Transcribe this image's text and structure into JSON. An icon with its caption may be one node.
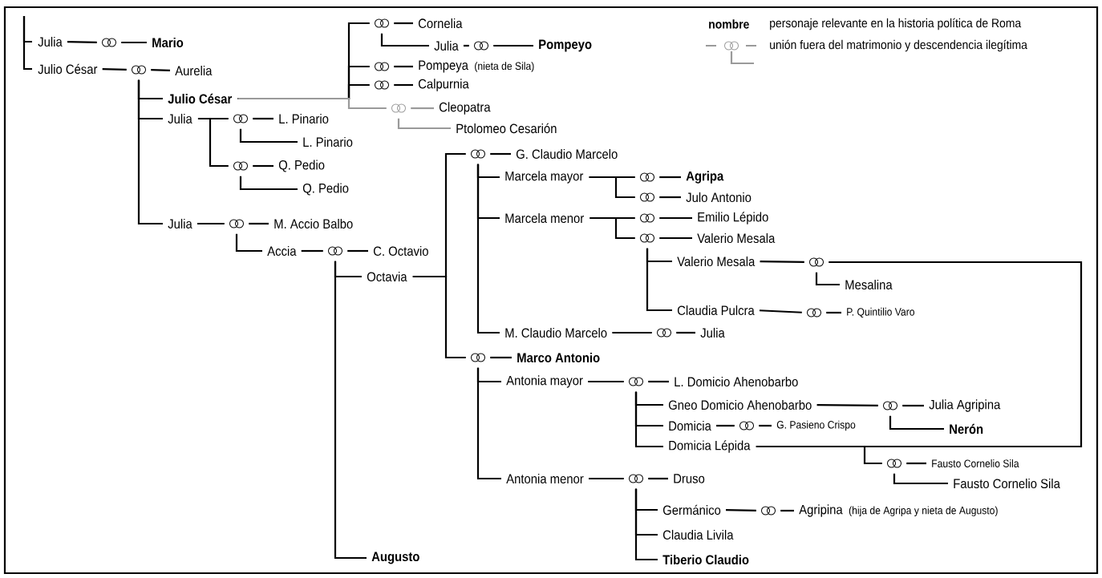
{
  "diagram": {
    "nodes": [
      {
        "text": [
          "Julia"
        ]
      },
      {
        "text": [],
        "shape": "rings"
      },
      {
        "text": [
          "Mario"
        ]
      },
      {
        "text": [
          "Julio César"
        ]
      },
      {
        "text": [],
        "shape": "rings"
      },
      {
        "text": [
          "Aurelia"
        ]
      },
      {
        "text": [
          "Julio César"
        ]
      },
      {
        "text": [
          "Julia"
        ]
      },
      {
        "text": [],
        "shape": "rings"
      },
      {
        "text": [
          "L. Pinario"
        ]
      },
      {
        "text": [
          "L. Pinario"
        ]
      },
      {
        "text": [],
        "shape": "rings"
      },
      {
        "text": [
          "Q. Pedio"
        ]
      },
      {
        "text": [
          "Q. Pedio"
        ]
      },
      {
        "text": [
          "Julia"
        ]
      },
      {
        "text": [],
        "shape": "rings"
      },
      {
        "text": [
          "M. Accio Balbo"
        ]
      },
      {
        "text": [
          "Accia"
        ]
      },
      {
        "text": [],
        "shape": "rings"
      },
      {
        "text": [
          "C. Octavio"
        ]
      },
      {
        "text": [
          "Octavia"
        ]
      },
      {
        "text": [
          "Augusto"
        ]
      },
      {
        "text": [],
        "shape": "rings"
      },
      {
        "text": [
          "Cornelia"
        ]
      },
      {
        "text": [
          "Julia"
        ]
      },
      {
        "text": [],
        "shape": "rings"
      },
      {
        "text": [
          "Pompeyo"
        ]
      },
      {
        "text": [],
        "shape": "rings"
      },
      {
        "text": [
          "Pompeya"
        ],
        "beside": [
          "(nieta de Sila)"
        ]
      },
      {
        "text": [],
        "shape": "rings"
      },
      {
        "text": [
          "Calpurnia"
        ]
      },
      {
        "text": [],
        "shape": "rings"
      },
      {
        "text": [
          "Cleopatra"
        ]
      },
      {
        "text": [
          "Ptolomeo Cesarión"
        ]
      },
      {
        "text": [],
        "shape": "rings"
      },
      {
        "text": [
          "G. Claudio Marcelo"
        ]
      },
      {
        "text": [
          "Marcela mayor"
        ]
      },
      {
        "text": [],
        "shape": "rings"
      },
      {
        "text": [
          "Agripa"
        ]
      },
      {
        "text": [],
        "shape": "rings"
      },
      {
        "text": [
          "Julo Antonio"
        ]
      },
      {
        "text": [
          "Marcela menor"
        ]
      },
      {
        "text": [],
        "shape": "rings"
      },
      {
        "text": [
          "Emilio Lépido"
        ]
      },
      {
        "text": [],
        "shape": "rings"
      },
      {
        "text": [
          "Valerio Mesala"
        ]
      },
      {
        "text": [
          "Valerio Mesala"
        ]
      },
      {
        "text": [],
        "shape": "rings"
      },
      {
        "text": [
          "Mesalina"
        ]
      },
      {
        "text": [
          "Claudia Pulcra"
        ]
      },
      {
        "text": [],
        "shape": "rings"
      },
      {
        "text": [
          "P. Quintilio Varo"
        ]
      },
      {
        "text": [
          "M. Claudio Marcelo"
        ]
      },
      {
        "text": [],
        "shape": "rings"
      },
      {
        "text": [
          "Julia"
        ]
      },
      {
        "text": [],
        "shape": "rings"
      },
      {
        "text": [
          "Marco Antonio"
        ]
      },
      {
        "text": [
          "Antonia mayor"
        ]
      },
      {
        "text": [],
        "shape": "rings"
      },
      {
        "text": [
          "L. Domicio Ahenobarbo"
        ]
      },
      {
        "text": [
          "Gneo Domicio Ahenobarbo"
        ]
      },
      {
        "text": [],
        "shape": "rings"
      },
      {
        "text": [
          "Julia Agripina"
        ]
      },
      {
        "text": [
          "Nerón"
        ]
      },
      {
        "text": [
          "Domicia"
        ]
      },
      {
        "text": [],
        "shape": "rings"
      },
      {
        "text": [
          "G. Pasieno Crispo"
        ]
      },
      {
        "text": [
          "Domicia Lépida"
        ]
      },
      {
        "text": [],
        "shape": "rings"
      },
      {
        "text": [
          "Fausto Cornelio Sila"
        ]
      },
      {
        "text": [
          "Fausto Cornelio Sila"
        ]
      },
      {
        "text": [
          "Antonia menor"
        ]
      },
      {
        "text": [],
        "shape": "rings"
      },
      {
        "text": [
          "Druso"
        ]
      },
      {
        "text": [
          "Germánico"
        ]
      },
      {
        "text": [],
        "shape": "rings"
      },
      {
        "text": [
          "Agripina"
        ],
        "beside": [
          "(hija de Agripa y nieta de Augusto)"
        ]
      },
      {
        "text": [
          "Claudia Livila"
        ]
      },
      {
        "text": [
          "Tiberio Claudio"
        ]
      }
    ],
    "edges": [
      {
        "from": null,
        "to": 0,
        "arrow": "none"
      },
      {
        "from": null,
        "to": 3,
        "arrow": "none"
      },
      {
        "from": 0,
        "to": 1,
        "arrow": "none"
      },
      {
        "from": 1,
        "to": 2,
        "arrow": "none"
      },
      {
        "from": 3,
        "to": 4,
        "arrow": "none"
      },
      {
        "from": 4,
        "to": 5,
        "arrow": "none"
      },
      {
        "from": 4,
        "to": 6,
        "arrow": "none"
      },
      {
        "from": 4,
        "to": 7,
        "arrow": "none"
      },
      {
        "from": 4,
        "to": 14,
        "arrow": "none"
      },
      {
        "from": 6,
        "to": 22,
        "arrow": "none"
      },
      {
        "from": 6,
        "to": 27,
        "arrow": "none"
      },
      {
        "from": 6,
        "to": 29,
        "arrow": "none"
      },
      {
        "from": 6,
        "to": 31,
        "arrow": "none",
        "color": "#9a9a9a"
      },
      {
        "from": 22,
        "to": 23,
        "arrow": "none"
      },
      {
        "from": 22,
        "to": 24,
        "arrow": "none"
      },
      {
        "from": 24,
        "to": 25,
        "arrow": "none"
      },
      {
        "from": 25,
        "to": 26,
        "arrow": "none"
      },
      {
        "from": 27,
        "to": 28,
        "arrow": "none"
      },
      {
        "from": 29,
        "to": 30,
        "arrow": "none"
      },
      {
        "from": 31,
        "to": 32,
        "arrow": "none",
        "color": "#9a9a9a"
      },
      {
        "from": 31,
        "to": 33,
        "arrow": "none",
        "color": "#9a9a9a"
      },
      {
        "from": 7,
        "to": 8,
        "arrow": "none"
      },
      {
        "from": 7,
        "to": 11,
        "arrow": "none"
      },
      {
        "from": 8,
        "to": 9,
        "arrow": "none"
      },
      {
        "from": 8,
        "to": 10,
        "arrow": "none"
      },
      {
        "from": 11,
        "to": 12,
        "arrow": "none"
      },
      {
        "from": 11,
        "to": 13,
        "arrow": "none"
      },
      {
        "from": 14,
        "to": 15,
        "arrow": "none"
      },
      {
        "from": 15,
        "to": 16,
        "arrow": "none"
      },
      {
        "from": 15,
        "to": 17,
        "arrow": "none"
      },
      {
        "from": 17,
        "to": 18,
        "arrow": "none"
      },
      {
        "from": 18,
        "to": 19,
        "arrow": "none"
      },
      {
        "from": 18,
        "to": 20,
        "arrow": "none"
      },
      {
        "from": 18,
        "to": 21,
        "arrow": "none"
      },
      {
        "from": 20,
        "to": 34,
        "arrow": "none"
      },
      {
        "from": 20,
        "to": 55,
        "arrow": "none"
      },
      {
        "from": 34,
        "to": 35,
        "arrow": "none"
      },
      {
        "from": 34,
        "to": 36,
        "arrow": "none"
      },
      {
        "from": 34,
        "to": 41,
        "arrow": "none"
      },
      {
        "from": 34,
        "to": 52,
        "arrow": "none"
      },
      {
        "from": 36,
        "to": 37,
        "arrow": "none"
      },
      {
        "from": 36,
        "to": 39,
        "arrow": "none"
      },
      {
        "from": 37,
        "to": 38,
        "arrow": "none"
      },
      {
        "from": 39,
        "to": 40,
        "arrow": "none"
      },
      {
        "from": 41,
        "to": 42,
        "arrow": "none"
      },
      {
        "from": 41,
        "to": 44,
        "arrow": "none"
      },
      {
        "from": 42,
        "to": 43,
        "arrow": "none"
      },
      {
        "from": 44,
        "to": 45,
        "arrow": "none"
      },
      {
        "from": 44,
        "to": 46,
        "arrow": "none"
      },
      {
        "from": 44,
        "to": 49,
        "arrow": "none"
      },
      {
        "from": 46,
        "to": 47,
        "arrow": "none"
      },
      {
        "from": 47,
        "to": 48,
        "arrow": "none"
      },
      {
        "from": 47,
        "to": 67,
        "arrow": "none"
      },
      {
        "from": 49,
        "to": 50,
        "arrow": "none"
      },
      {
        "from": 50,
        "to": 51,
        "arrow": "none"
      },
      {
        "from": 52,
        "to": 53,
        "arrow": "none"
      },
      {
        "from": 53,
        "to": 54,
        "arrow": "none"
      },
      {
        "from": 55,
        "to": 56,
        "arrow": "none"
      },
      {
        "from": 55,
        "to": 57,
        "arrow": "none"
      },
      {
        "from": 55,
        "to": 71,
        "arrow": "none"
      },
      {
        "from": 57,
        "to": 58,
        "arrow": "none"
      },
      {
        "from": 58,
        "to": 59,
        "arrow": "none"
      },
      {
        "from": 58,
        "to": 60,
        "arrow": "none"
      },
      {
        "from": 58,
        "to": 64,
        "arrow": "none"
      },
      {
        "from": 58,
        "to": 67,
        "arrow": "none"
      },
      {
        "from": 60,
        "to": 61,
        "arrow": "none"
      },
      {
        "from": 61,
        "to": 62,
        "arrow": "none"
      },
      {
        "from": 61,
        "to": 63,
        "arrow": "none"
      },
      {
        "from": 64,
        "to": 65,
        "arrow": "none"
      },
      {
        "from": 65,
        "to": 66,
        "arrow": "none"
      },
      {
        "from": 67,
        "to": 68,
        "arrow": "none"
      },
      {
        "from": 68,
        "to": 69,
        "arrow": "none"
      },
      {
        "from": 68,
        "to": 70,
        "arrow": "none"
      },
      {
        "from": 71,
        "to": 72,
        "arrow": "none"
      },
      {
        "from": 72,
        "to": 73,
        "arrow": "none"
      },
      {
        "from": 72,
        "to": 74,
        "arrow": "none"
      },
      {
        "from": 72,
        "to": 77,
        "arrow": "none"
      },
      {
        "from": 72,
        "to": 78,
        "arrow": "none"
      },
      {
        "from": 74,
        "to": 75,
        "arrow": "none"
      },
      {
        "from": 75,
        "to": 76,
        "arrow": "none"
      }
    ],
    "labels": [
      "nombre"
    ],
    "legend": [
      {
        "text": "personaje relevante en la historia política de Roma"
      },
      {
        "text": "unión fuera del matrimonio y descendencia ilegítima"
      }
    ]
  }
}
